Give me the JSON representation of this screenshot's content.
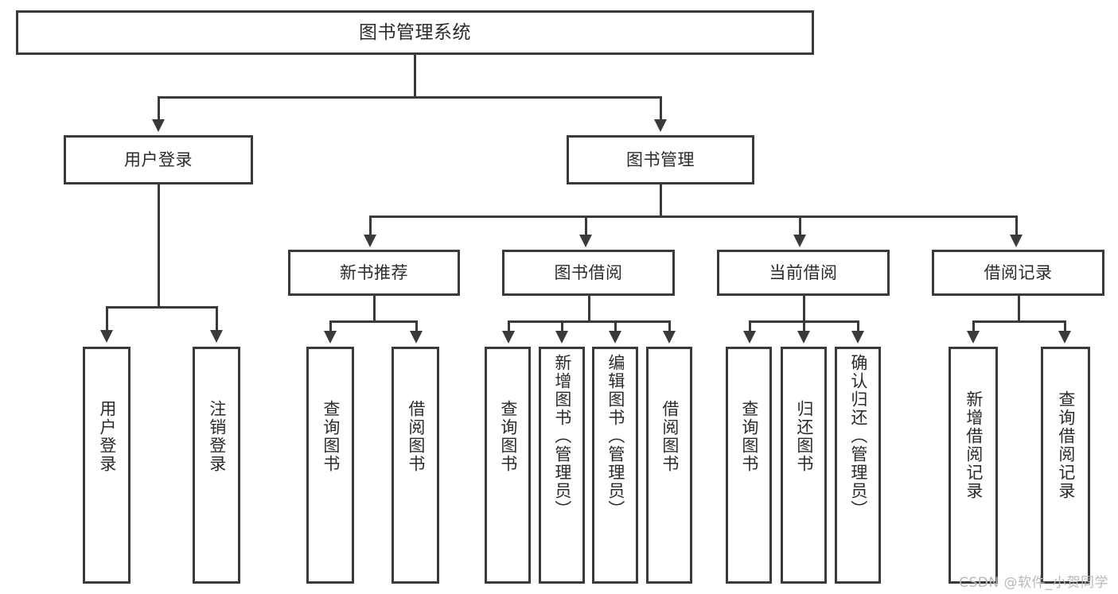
{
  "diagram": {
    "type": "tree-hierarchy",
    "title": "图书管理系统 功能结构图",
    "root": {
      "id": "root",
      "label": "图书管理系统"
    },
    "level2": [
      {
        "id": "user-login",
        "label": "用户登录"
      },
      {
        "id": "book-manage",
        "label": "图书管理"
      }
    ],
    "level3": [
      {
        "id": "new-book-rec",
        "label": "新书推荐",
        "parent": "book-manage"
      },
      {
        "id": "book-borrow",
        "label": "图书借阅",
        "parent": "book-manage"
      },
      {
        "id": "current-borrow",
        "label": "当前借阅",
        "parent": "book-manage"
      },
      {
        "id": "borrow-record",
        "label": "借阅记录",
        "parent": "book-manage"
      }
    ],
    "leaves": [
      {
        "id": "leaf-user-login",
        "label": "用户登录",
        "parent": "user-login"
      },
      {
        "id": "leaf-logout",
        "label": "注销登录",
        "parent": "user-login"
      },
      {
        "id": "leaf-query-book-1",
        "label": "查询图书",
        "parent": "new-book-rec"
      },
      {
        "id": "leaf-borrow-book-1",
        "label": "借阅图书",
        "parent": "new-book-rec"
      },
      {
        "id": "leaf-query-book-2",
        "label": "查询图书",
        "parent": "book-borrow"
      },
      {
        "id": "leaf-add-book",
        "label": "新增图书（管理员）",
        "parent": "book-borrow"
      },
      {
        "id": "leaf-edit-book",
        "label": "编辑图书（管理员）",
        "parent": "book-borrow"
      },
      {
        "id": "leaf-borrow-book-2",
        "label": "借阅图书",
        "parent": "book-borrow"
      },
      {
        "id": "leaf-query-book-3",
        "label": "查询图书",
        "parent": "current-borrow"
      },
      {
        "id": "leaf-return-book",
        "label": "归还图书",
        "parent": "current-borrow"
      },
      {
        "id": "leaf-confirm-return",
        "label": "确认归还（管理员）",
        "parent": "current-borrow"
      },
      {
        "id": "leaf-add-record",
        "label": "新增借阅记录",
        "parent": "borrow-record"
      },
      {
        "id": "leaf-query-record",
        "label": "查询借阅记录",
        "parent": "borrow-record"
      }
    ],
    "watermark": "CSDN @软件_小贺同学",
    "colors": {
      "stroke": "#3a3a3a",
      "fill": "#ffffff",
      "text": "#2b2b2b",
      "watermark": "#b9b9b9"
    }
  }
}
